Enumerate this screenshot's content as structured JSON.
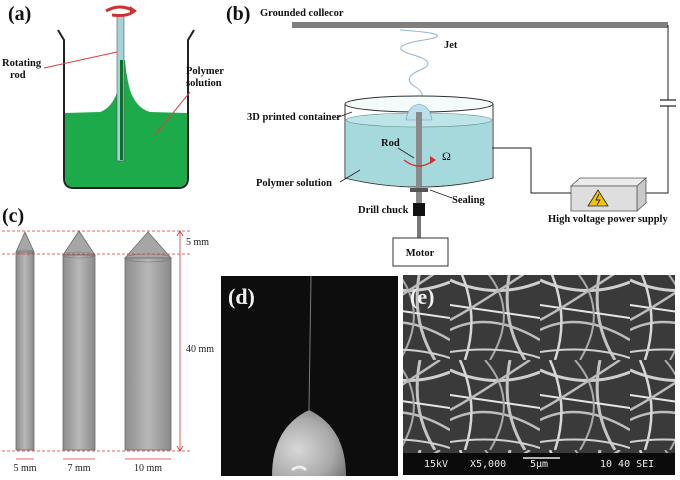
{
  "panels": {
    "a": {
      "label": "(a)",
      "rotating_rod": "Rotating rod",
      "polymer_solution": "Polymer solution"
    },
    "b": {
      "label": "(b)",
      "collector": "Grounded collecor",
      "jet": "Jet",
      "container": "3D printed container",
      "rod": "Rod",
      "omega": "Ω",
      "polymer_solution": "Polymer solution",
      "drill_chuck": "Drill chuck",
      "sealing": "Sealing",
      "motor": "Motor",
      "power_supply": "High voltage power supply"
    },
    "c": {
      "label": "(c)",
      "cone_height": "5 mm",
      "rod_length": "40 mm",
      "diameters": [
        "5 mm",
        "7 mm",
        "10 mm"
      ]
    },
    "d": {
      "label": "(d)"
    },
    "e": {
      "label": "(e)",
      "voltage": "15kV",
      "magnification": "X5,000",
      "scale": "5μm",
      "wd_detector": "10 40 SEI"
    }
  },
  "colors": {
    "polymer_green": "#1daa4a",
    "solution_blue": "#a6d9dc",
    "rod_grey": "#9a9a9a",
    "dimension_red": "#e03030",
    "arrow_red": "#e04040"
  }
}
